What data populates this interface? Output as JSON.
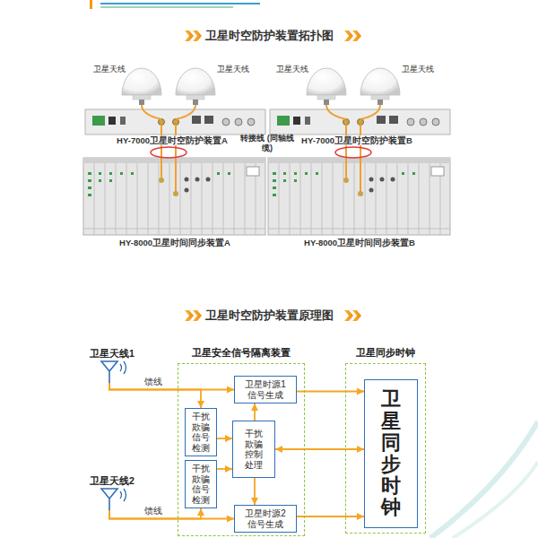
{
  "diagram": {
    "title": "卫星时空防护装置拓扑图",
    "nodes": [
      {
        "text": [
          "卫星天线1"
        ]
      },
      {
        "text": [
          "卫星天线2"
        ]
      },
      {
        "text": [
          "卫星安全信号隔离装置"
        ]
      },
      {
        "text": [
          "卫星时源1信号生成"
        ],
        "in": 2
      },
      {
        "text": [
          "干扰欺骗信号检测"
        ],
        "in": 2
      },
      {
        "text": [
          "干扰欺骗控制处理"
        ],
        "in": 2
      },
      {
        "text": [
          "干扰欺骗信号检测"
        ],
        "in": 2
      },
      {
        "text": [
          "卫星时源2信号生成"
        ],
        "in": 2
      },
      {
        "text": [
          "卫星同步时钟"
        ]
      },
      {
        "text": [
          "卫星同步时钟"
        ],
        "in": 8
      }
    ],
    "edges": [
      {
        "from": 0,
        "to": 3,
        "label": "馈线",
        "arrow": "to"
      },
      {
        "from": 0,
        "to": 4,
        "arrow": "to"
      },
      {
        "from": 3,
        "to": 9,
        "arrow": "to"
      },
      {
        "from": 4,
        "to": 5,
        "arrow": "to"
      },
      {
        "from": 6,
        "to": 5,
        "arrow": "to"
      },
      {
        "from": 5,
        "to": 3,
        "arrow": "to"
      },
      {
        "from": 5,
        "to": 7,
        "arrow": "to"
      },
      {
        "from": 5,
        "to": 9,
        "arrow": "both"
      },
      {
        "from": 1,
        "to": 7,
        "label": "馈线",
        "arrow": "to"
      },
      {
        "from": 1,
        "to": 6,
        "arrow": "to"
      },
      {
        "from": 7,
        "to": 9,
        "arrow": "to"
      }
    ],
    "labels": [
      "卫星天线",
      "卫星天线",
      "卫星天线",
      "卫星天线",
      "HY-7000卫星时空防护装置A",
      "转接线 (同轴线缆)",
      "HY-7000卫星时空防护装置B",
      "HY-8000卫星时间同步装置A",
      "HY-8000卫星时间同步装置B",
      "卫星时空防护装置原理图"
    ]
  }
}
